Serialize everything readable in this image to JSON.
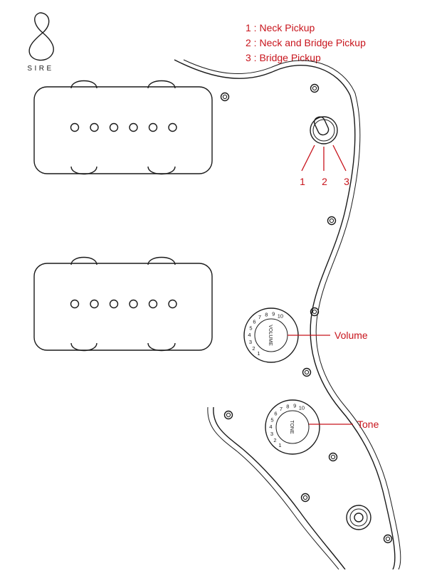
{
  "brand": {
    "name": "SIRE",
    "logo_icon": "sire-s-logo-icon"
  },
  "legend": {
    "items": [
      "1 : Neck Pickup",
      "2 : Neck and Bridge Pickup",
      "3 : Bridge Pickup"
    ]
  },
  "switch": {
    "icon": "toggle-switch-icon",
    "positions": [
      "1",
      "2",
      "3"
    ]
  },
  "knobs": {
    "volume": {
      "cap_label": "VOLUME",
      "callout": "Volume",
      "scale": [
        "1",
        "2",
        "3",
        "4",
        "5",
        "6",
        "7",
        "8",
        "9",
        "10"
      ]
    },
    "tone": {
      "cap_label": "TONE",
      "callout": "Tone",
      "scale": [
        "1",
        "2",
        "3",
        "4",
        "5",
        "6",
        "7",
        "8",
        "9",
        "10"
      ]
    }
  },
  "pickups": {
    "count": 2,
    "pole_pieces": 6
  },
  "colors": {
    "accent": "#c8141c",
    "line": "#1a1a1a",
    "background": "#ffffff"
  }
}
